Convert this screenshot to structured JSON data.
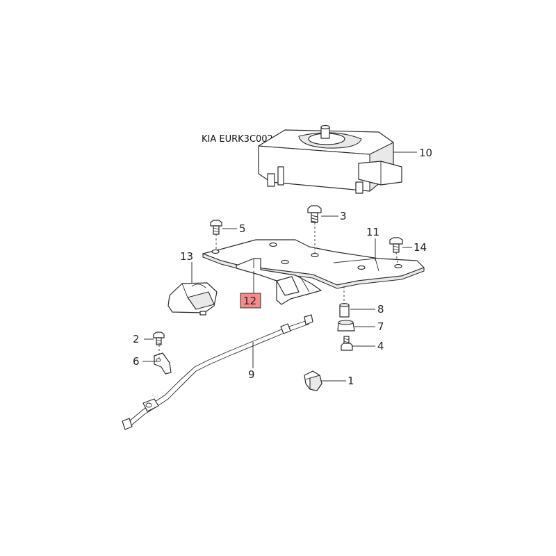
{
  "caption": "KIA EURK3C002A - 12",
  "highlight_color": "#f58a8a",
  "callouts": {
    "c1": "1",
    "c2": "2",
    "c3": "3",
    "c4": "4",
    "c5": "5",
    "c6": "6",
    "c7": "7",
    "c8": "8",
    "c9": "9",
    "c10": "10",
    "c11": "11",
    "c12": "12",
    "c13": "13",
    "c14": "14"
  }
}
